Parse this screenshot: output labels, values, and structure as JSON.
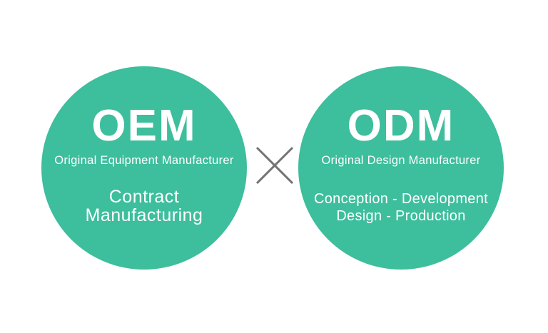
{
  "colors": {
    "circle_fill": "#3dbe9d",
    "text": "#ffffff",
    "x_mark": "#737373"
  },
  "left_circle": {
    "acronym": "OEM",
    "full_name": "Original Equipment Manufacturer",
    "description_lines": [
      "Contract",
      "Manufacturing"
    ]
  },
  "right_circle": {
    "acronym": "ODM",
    "full_name": "Original Design Manufacturer",
    "description_lines": [
      "Conception - Development",
      "Design - Production"
    ]
  },
  "separator": {
    "icon": "x-cross"
  }
}
